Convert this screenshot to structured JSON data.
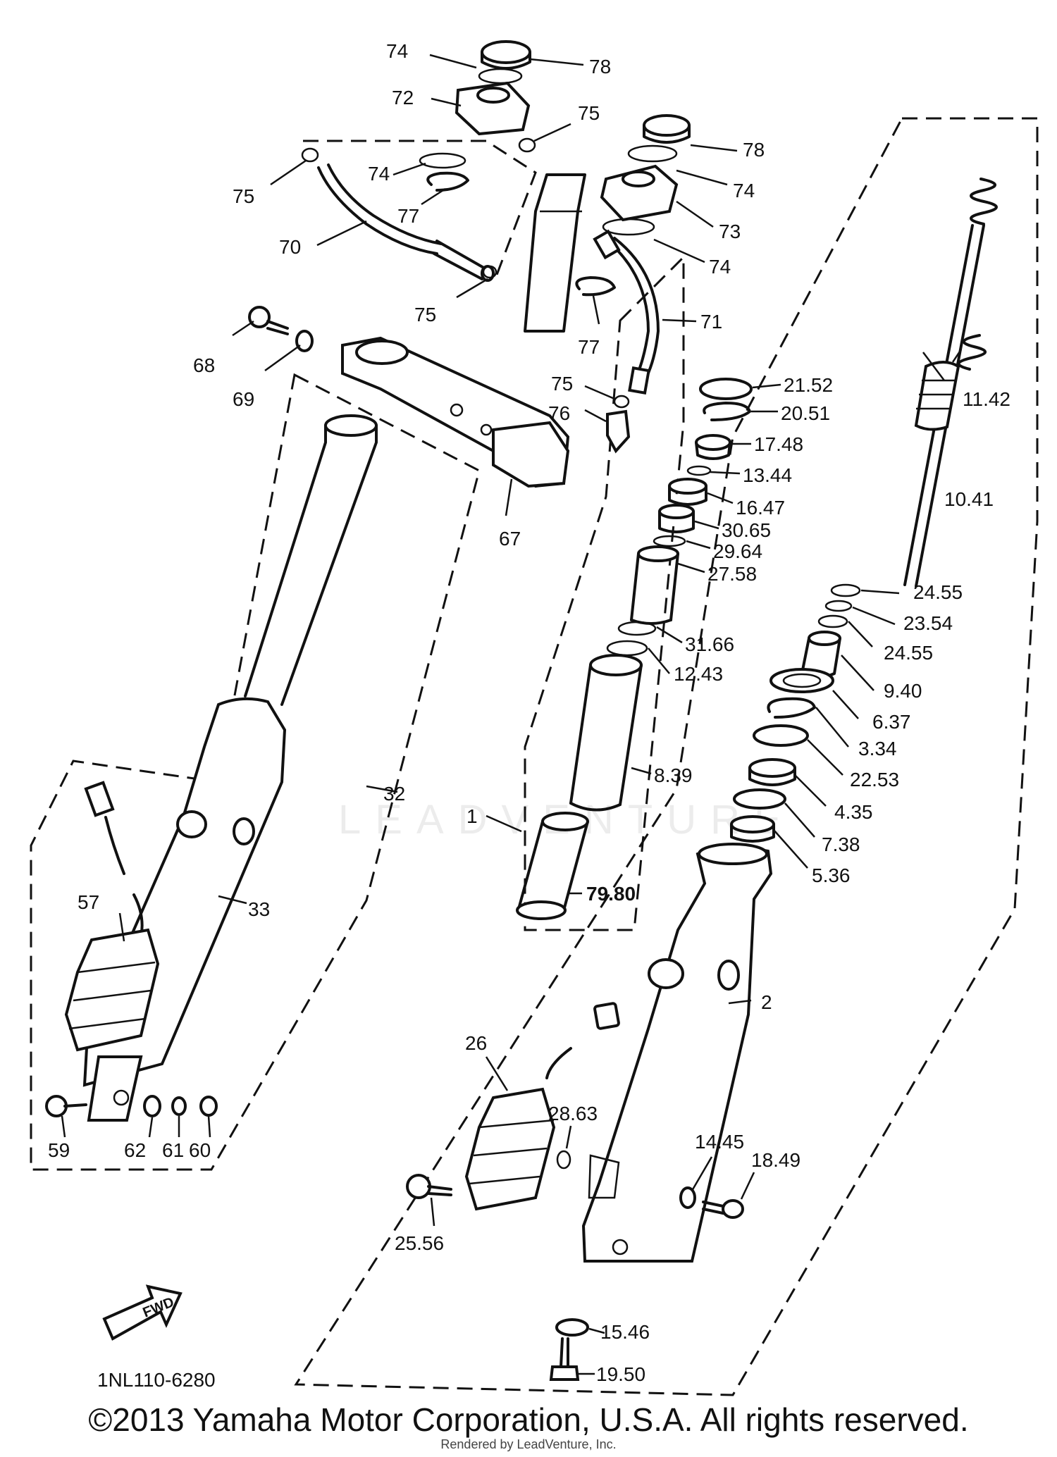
{
  "diagram": {
    "code": "1NL110-6280",
    "fwd_label": "FWD",
    "labels": {
      "l74a": "74",
      "l78a": "78",
      "l72": "72",
      "l75a": "75",
      "l75b": "75",
      "l78b": "78",
      "l74b": "74",
      "l74c": "74",
      "l73": "73",
      "l74d": "74",
      "l77a": "77",
      "l70": "70",
      "l75c": "75",
      "l71": "71",
      "l77b": "77",
      "l68": "68",
      "l69": "69",
      "l75d": "75",
      "l76": "76",
      "l67": "67",
      "l21": "21.52",
      "l20": "20.51",
      "l17": "17.48",
      "l13": "13.44",
      "l16": "16.47",
      "l30": "30.65",
      "l29": "29.64",
      "l27": "27.58",
      "l31": "31.66",
      "l12": "12.43",
      "l8": "8.39",
      "l1": "1",
      "l79": "79.80",
      "l11": "11.42",
      "l10": "10.41",
      "l24a": "24.55",
      "l23": "23.54",
      "l24b": "24.55",
      "l9": "9.40",
      "l6": "6.37",
      "l3": "3.34",
      "l22": "22.53",
      "l4": "4.35",
      "l7": "7.38",
      "l5": "5.36",
      "l32": "32",
      "l33": "33",
      "l57": "57",
      "l2": "2",
      "l26": "26",
      "l28": "28.63",
      "l14": "14.45",
      "l18": "18.49",
      "l59": "59",
      "l62": "62",
      "l61": "61",
      "l60": "60",
      "l25": "25.56",
      "l15": "15.46",
      "l19": "19.50"
    }
  },
  "watermark": "LEADVENTURE",
  "footer": {
    "copyright": "©2013 Yamaha Motor Corporation, U.S.A. All rights reserved.",
    "rendered_by": "Rendered by LeadVenture, Inc."
  }
}
